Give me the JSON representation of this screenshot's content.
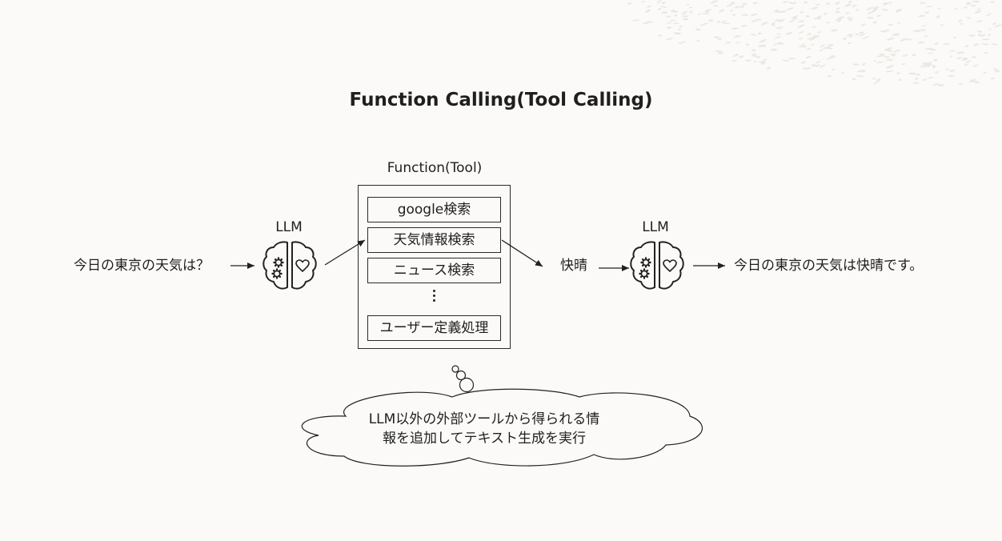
{
  "title": "Function Calling(Tool Calling)",
  "function_header": "Function(Tool)",
  "functions": [
    "google検索",
    "天気情報検索",
    "ニュース検索",
    "ユーザー定義処理"
  ],
  "llm_label": "LLM",
  "input_question": "今日の東京の天気は？",
  "tool_result": "快晴",
  "final_answer": "今日の東京の天気は快晴です。",
  "cloud_note_line1": "LLM以外の外部ツールから得られる情",
  "cloud_note_line2": "報を追加してテキスト生成を実行",
  "icons": {
    "brain": "brain-gear-heart-icon",
    "arrow": "arrow-right-icon",
    "ellipsis": "vertical-ellipsis-icon"
  }
}
